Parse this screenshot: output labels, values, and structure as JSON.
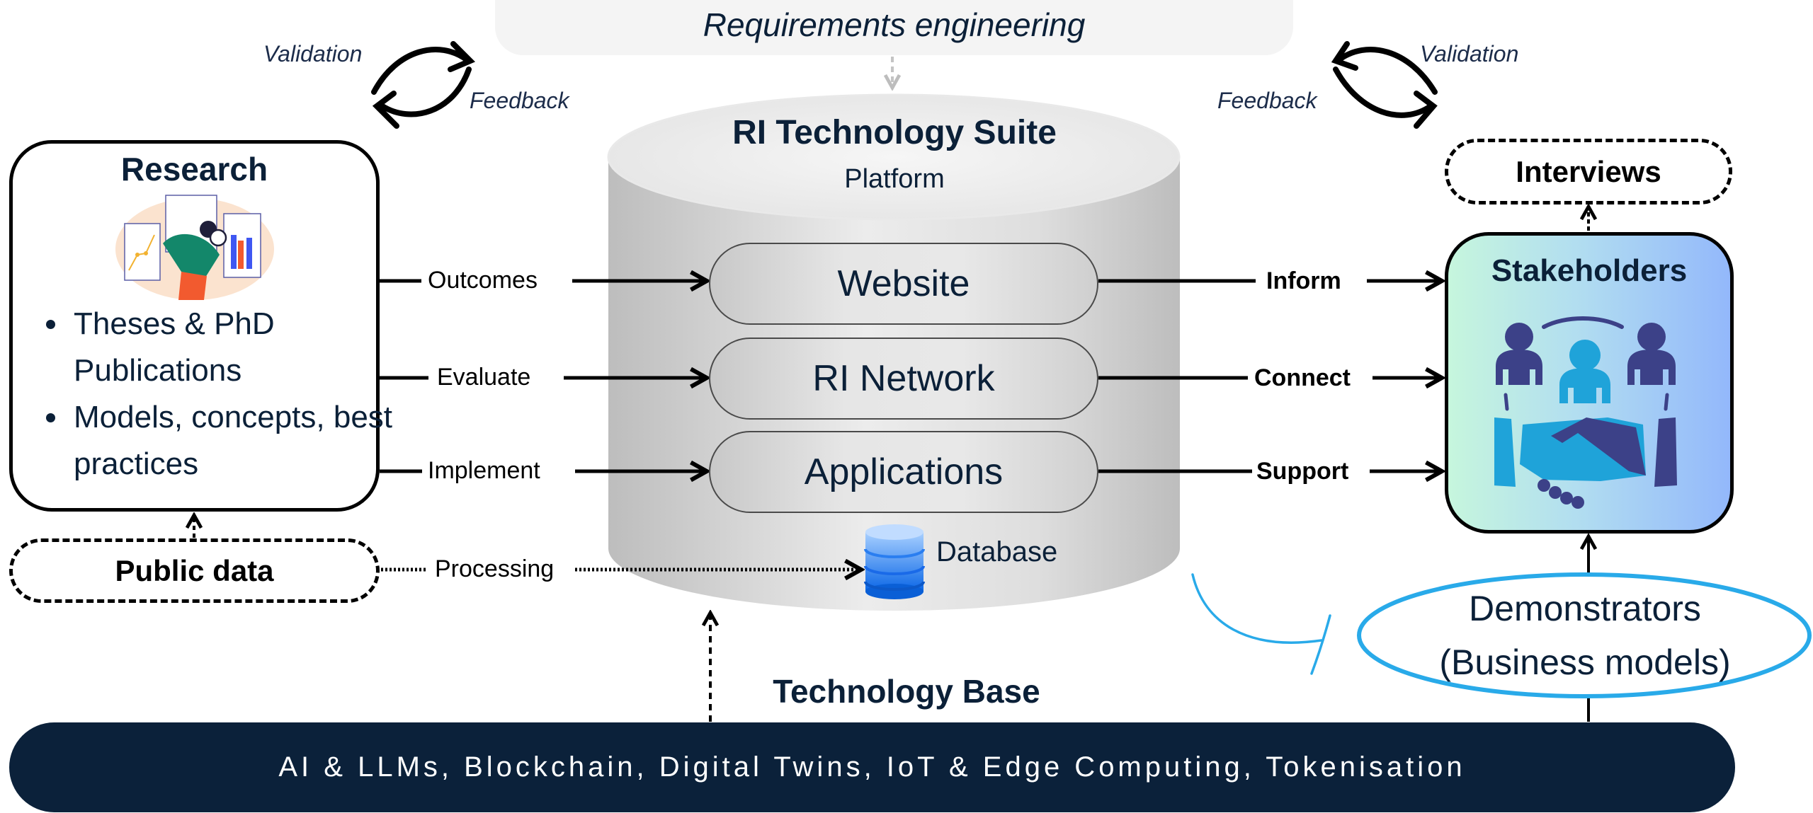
{
  "top": {
    "requirements_label": "Requirements engineering",
    "left_loop": {
      "validation": "Validation",
      "feedback": "Feedback"
    },
    "right_loop": {
      "validation": "Validation",
      "feedback": "Feedback"
    }
  },
  "platform": {
    "title": "RI Technology Suite",
    "subtitle": "Platform",
    "components": [
      {
        "label": "Website"
      },
      {
        "label": "RI Network"
      },
      {
        "label": "Applications"
      }
    ],
    "database_label": "Database",
    "database_icon": "database-icon"
  },
  "research": {
    "title": "Research",
    "illustration": "researcher-with-charts-illustration",
    "items": [
      "Theses & PhD Publications",
      "Models, concepts, best practices"
    ]
  },
  "inputs": {
    "edges": [
      "Outcomes",
      "Evaluate",
      "Implement"
    ],
    "public_data": "Public data",
    "processing": "Processing"
  },
  "outputs": {
    "edges": [
      "Inform",
      "Connect",
      "Support"
    ]
  },
  "stakeholders": {
    "title": "Stakeholders",
    "icon": "people-handshake-icon",
    "gradient": [
      "#c6f6dd",
      "#93b8fb"
    ]
  },
  "interviews": {
    "label": "Interviews"
  },
  "demonstrators": {
    "line1": "Demonstrators",
    "line2": "(Business models)",
    "color": "#29aae9"
  },
  "technology_base": {
    "title": "Technology Base",
    "items_text": "AI & LLMs, Blockchain, Digital Twins, IoT & Edge Computing, Tokenisation",
    "bar_color": "#0b213a"
  },
  "colors": {
    "text_dark": "#0b2038",
    "accent_blue": "#29aae9",
    "icon_dark": "#3c4188",
    "icon_light": "#1fa3d9"
  }
}
